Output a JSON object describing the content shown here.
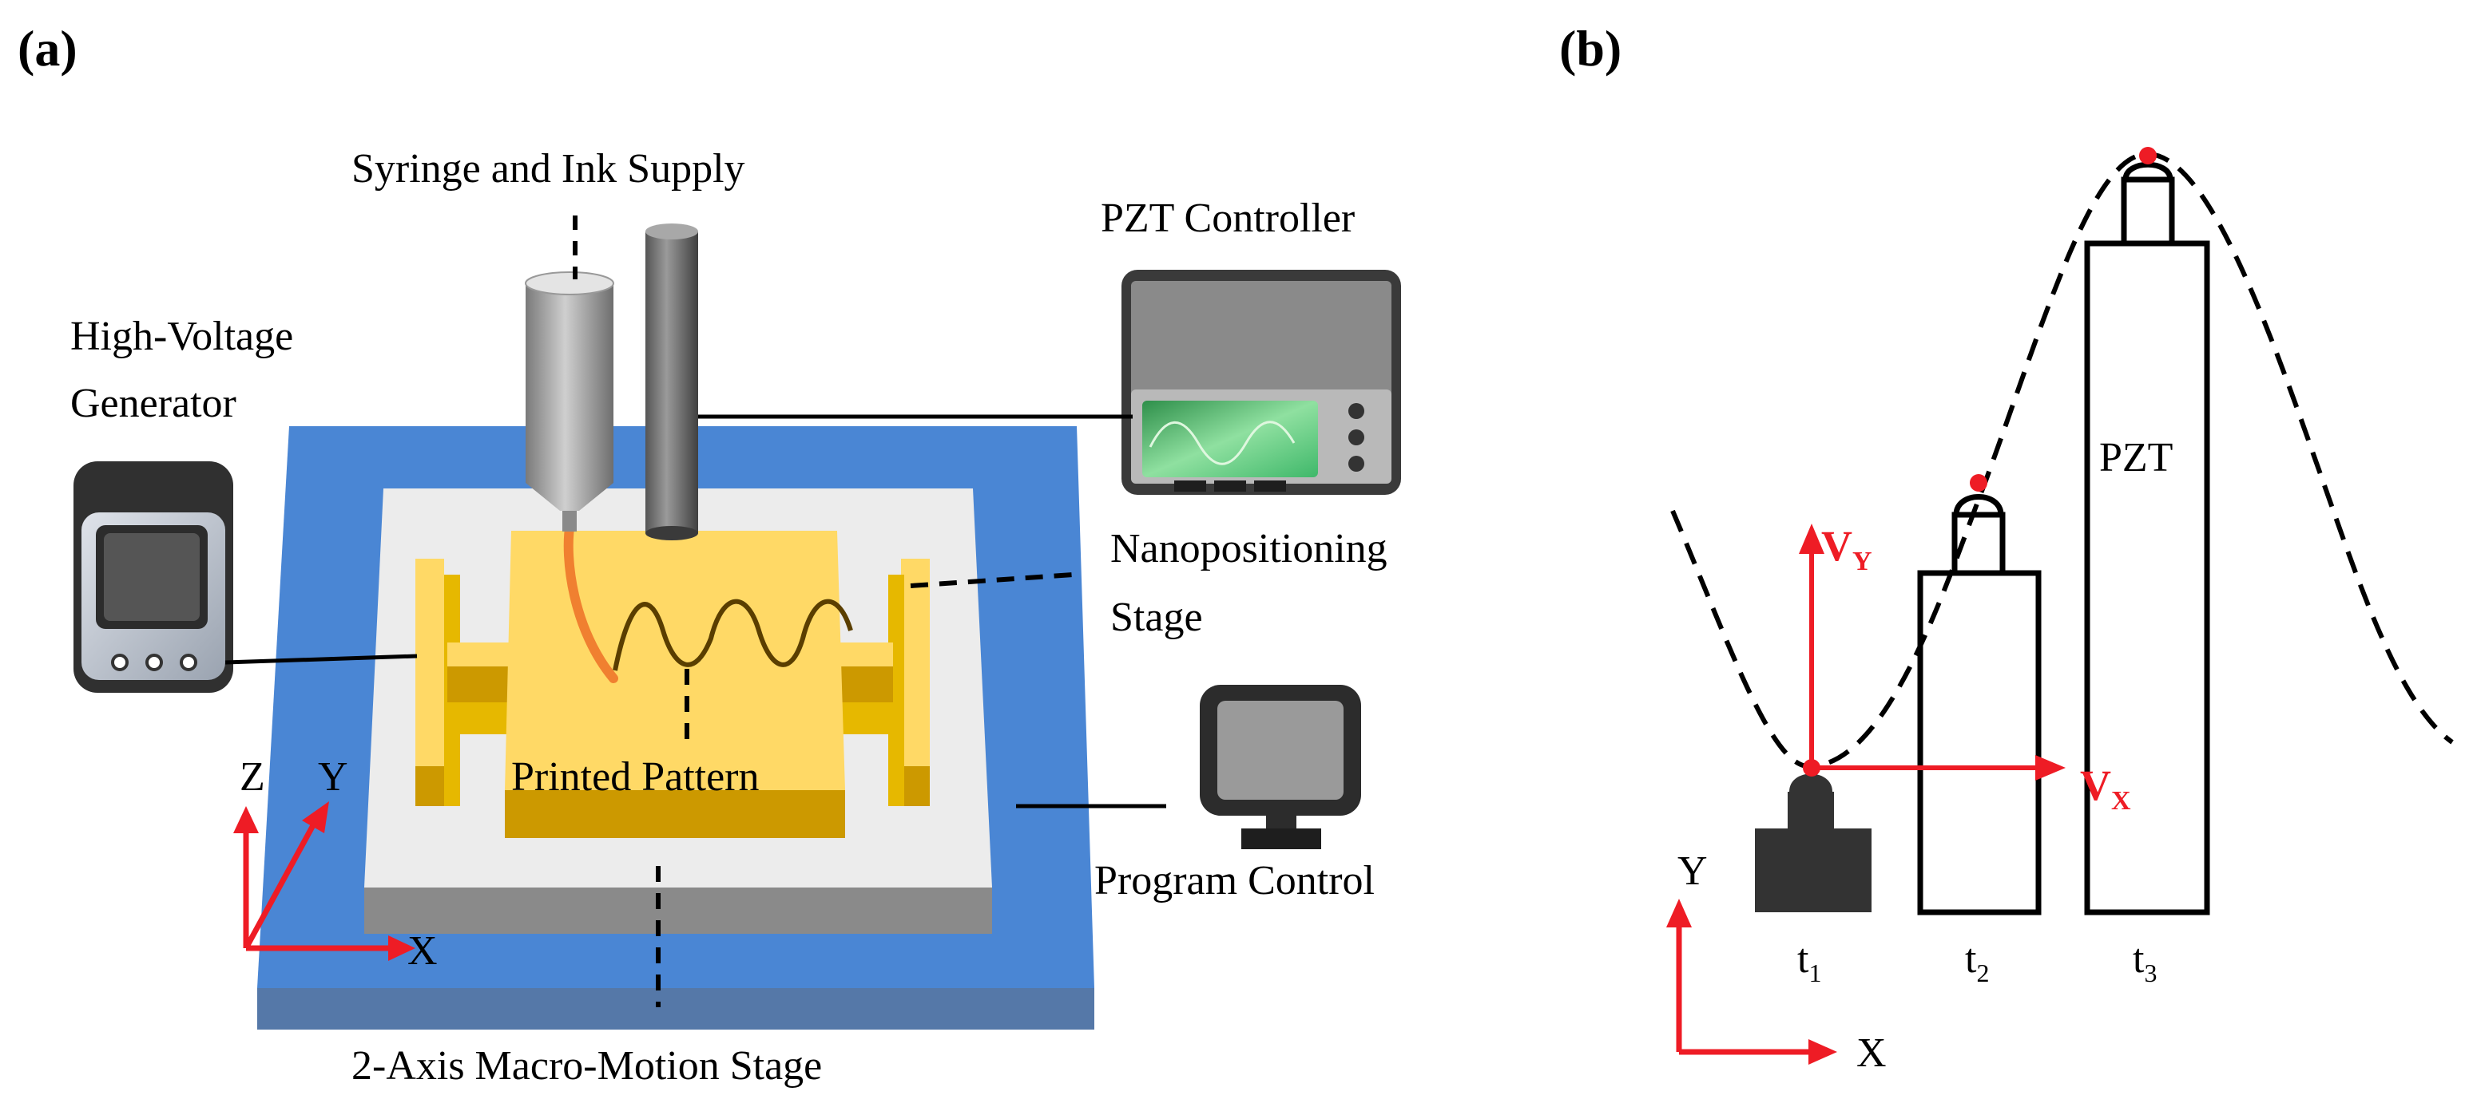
{
  "panel_a": {
    "label": "(a)",
    "labels": {
      "syringe": "Syringe and Ink Supply",
      "pzt_controller": "PZT Controller",
      "hv_line1": "High-Voltage",
      "hv_line2": "Generator",
      "nano_line1": "Nanopositioning",
      "nano_line2": "Stage",
      "printed_pattern": "Printed Pattern",
      "program_control": "Program Control",
      "macro_stage": "2-Axis Macro-Motion Stage"
    },
    "axes": {
      "z": "Z",
      "y": "Y",
      "x": "X"
    }
  },
  "panel_b": {
    "label": "(b)",
    "pzt": "PZT",
    "vy": {
      "main": "V",
      "sub": "Y"
    },
    "vx": {
      "main": "V",
      "sub": "X"
    },
    "times": [
      {
        "main": "t",
        "sub": "1"
      },
      {
        "main": "t",
        "sub": "2"
      },
      {
        "main": "t",
        "sub": "3"
      }
    ],
    "axes": {
      "y": "Y",
      "x": "X"
    }
  },
  "colors": {
    "accent_red": "#ee1c25",
    "stage_blue": "#4a86d4",
    "stage_white": "#ececec",
    "stage_gray": "#8a8a8a",
    "pattern_yellow": "#ffd966",
    "pattern_dark_yellow": "#cc9900",
    "ink_orange": "#f08030",
    "screen_green": "#3fb86a"
  },
  "icons": [
    "syringe-icon",
    "nozzle-rod-icon",
    "controller-icon",
    "hv-generator-icon",
    "monitor-icon",
    "pzt-actuator-icon"
  ]
}
